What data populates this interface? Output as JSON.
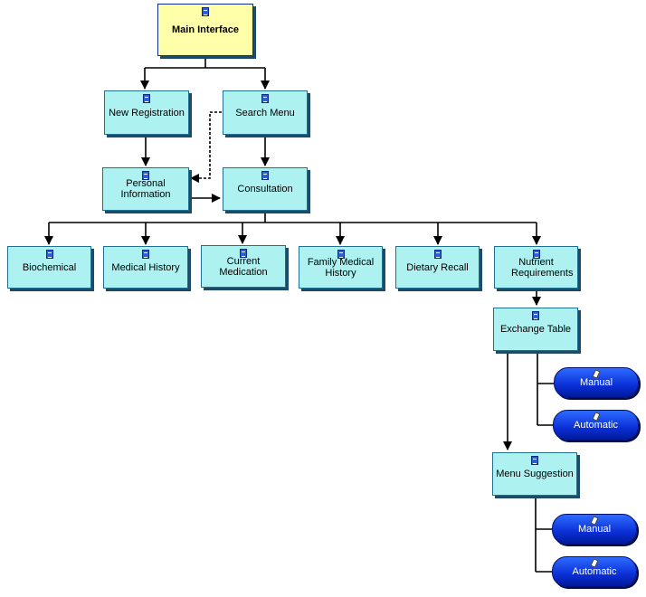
{
  "colors": {
    "node_fill": "#aef1f1",
    "root_fill": "#ffffaa",
    "pill_fill": "#0a2fd6",
    "edge": "#000000"
  },
  "icons": {
    "document": "document-icon",
    "pencil": "pencil-icon"
  },
  "nodes": {
    "main_interface": "Main Interface",
    "new_registration": "New Registration",
    "search_menu": "Search Menu",
    "personal_information": "Personal Information",
    "consultation": "Consultation",
    "biochemical": "Biochemical",
    "medical_history": "Medical History",
    "current_medication": "Current Medication",
    "family_medical_history": "Family Medical History",
    "dietary_recall": "Dietary Recall",
    "nutrient_requirements": "Nutrient Requirements",
    "exchange_table": "Exchange Table",
    "menu_suggestion": "Menu Suggestion",
    "exchange_manual": "Manual",
    "exchange_automatic": "Automatic",
    "menu_manual": "Manual",
    "menu_automatic": "Automatic"
  }
}
